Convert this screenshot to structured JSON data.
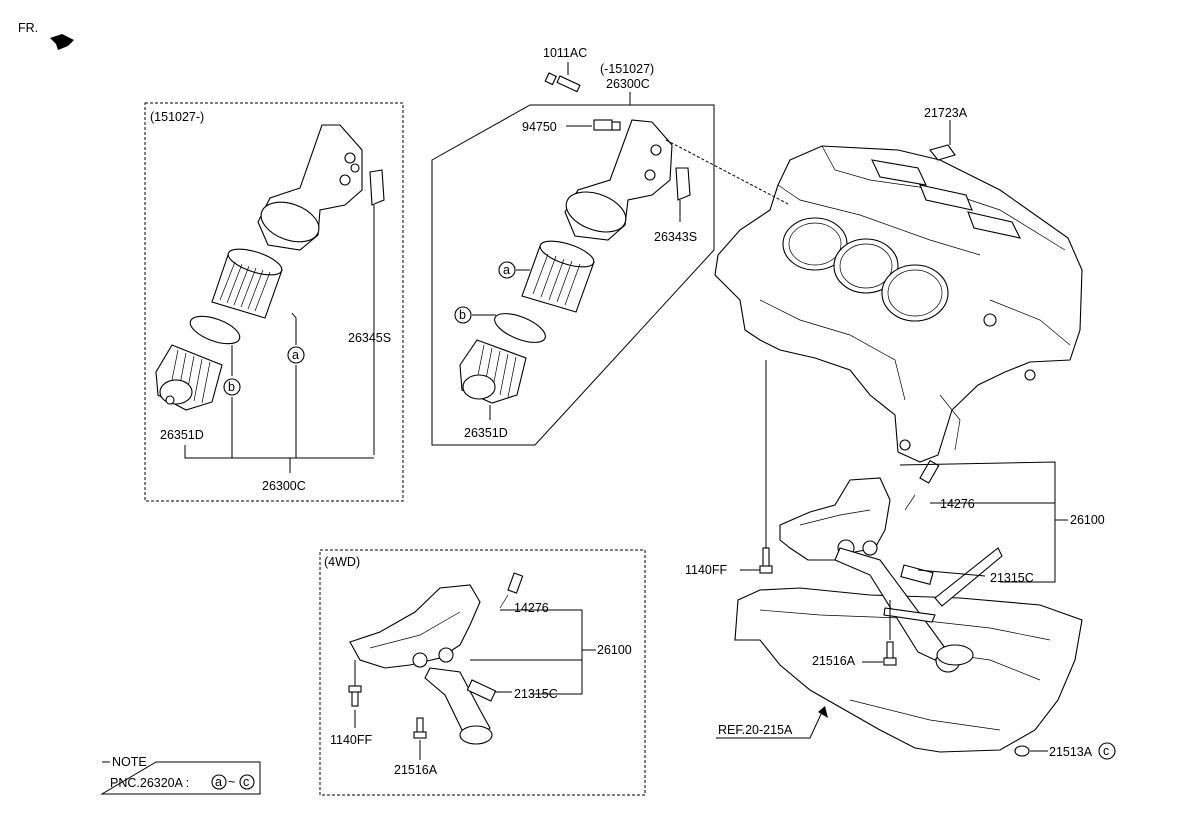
{
  "header": {
    "direction_label": "FR."
  },
  "groups": {
    "left_box": "(151027-)",
    "center_box": "(-151027)",
    "fourwd_box": "(4WD)"
  },
  "labels": {
    "p1011AC": "1011AC",
    "p26300C_center": "26300C",
    "p94750": "94750",
    "p26343S": "26343S",
    "p21723A": "21723A",
    "p26345S": "26345S",
    "p26351D_left": "26351D",
    "p26300C_left": "26300C",
    "p26351D_center": "26351D",
    "p14276_right": "14276",
    "p26100_right": "26100",
    "p1140FF_right": "1140FF",
    "p21315C_right": "21315C",
    "p21516A_right": "21516A",
    "ref": "REF.20-215A",
    "p21513A": "21513A",
    "p14276_4wd": "14276",
    "p26100_4wd": "26100",
    "p21315C_4wd": "21315C",
    "p1140FF_4wd": "1140FF",
    "p21516A_4wd": "21516A"
  },
  "callouts": {
    "a": "a",
    "b": "b",
    "c": "c"
  },
  "note": {
    "title": "NOTE",
    "text": "PNC.26320A :",
    "range_start": "a",
    "range_sep": "~",
    "range_end": "c"
  }
}
